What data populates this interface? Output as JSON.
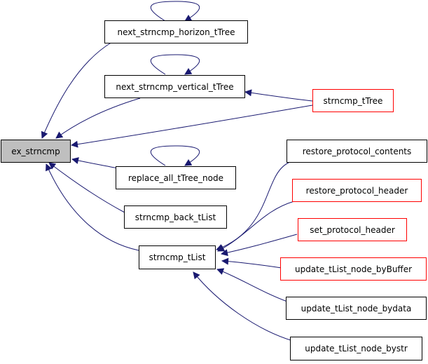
{
  "graph": {
    "edge_color": "#191970",
    "nodes": {
      "ex_strncmp": {
        "label": "ex_strncmp",
        "fill": "#bfbfbf",
        "border": "#000000"
      },
      "next_strncmp_horizon_tTree": {
        "label": "next_strncmp_horizon_tTree",
        "border": "#000000"
      },
      "next_strncmp_vertical_tTree": {
        "label": "next_strncmp_vertical_tTree",
        "border": "#000000"
      },
      "strncmp_tTree": {
        "label": "strncmp_tTree",
        "border": "#ff0000"
      },
      "replace_all_tTree_node": {
        "label": "replace_all_tTree_node",
        "border": "#000000"
      },
      "strncmp_back_tList": {
        "label": "strncmp_back_tList",
        "border": "#000000"
      },
      "strncmp_tList": {
        "label": "strncmp_tList",
        "border": "#000000"
      },
      "restore_protocol_contents": {
        "label": "restore_protocol_contents",
        "border": "#000000"
      },
      "restore_protocol_header": {
        "label": "restore_protocol_header",
        "border": "#ff0000"
      },
      "set_protocol_header": {
        "label": "set_protocol_header",
        "border": "#ff0000"
      },
      "update_tList_node_byBuffer": {
        "label": "update_tList_node_byBuffer",
        "border": "#ff0000"
      },
      "update_tList_node_bydata": {
        "label": "update_tList_node_bydata",
        "border": "#000000"
      },
      "update_tList_node_bystr": {
        "label": "update_tList_node_bystr",
        "border": "#000000"
      }
    }
  }
}
